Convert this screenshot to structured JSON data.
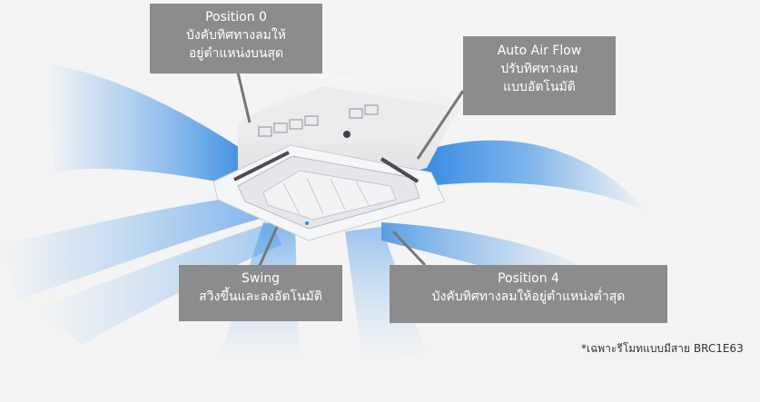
{
  "callouts": {
    "position0": {
      "title": "Position 0",
      "line1": "บังคับทิศทางลมให้",
      "line2": "อยู่ตำแหน่งบนสุด"
    },
    "auto_air_flow": {
      "title": "Auto Air Flow",
      "line1": "ปรับทิศทางลม",
      "line2": "แบบอัตโนมัติ"
    },
    "swing": {
      "title": "Swing",
      "line1": "สวิงขึ้นและลงอัตโนมัติ"
    },
    "position4": {
      "title": "Position 4",
      "line1": "บังคับทิศทางลมให้อยู่ตำแหน่งต่ำสุด"
    }
  },
  "footnote": "*เฉพาะรีโมทแบบมีสาย BRC1E63",
  "colors": {
    "background": "#f4f4f4",
    "callout": "#8c8c8c",
    "airflow": "#3f8fe0",
    "unit_body": "#e9eaec"
  }
}
